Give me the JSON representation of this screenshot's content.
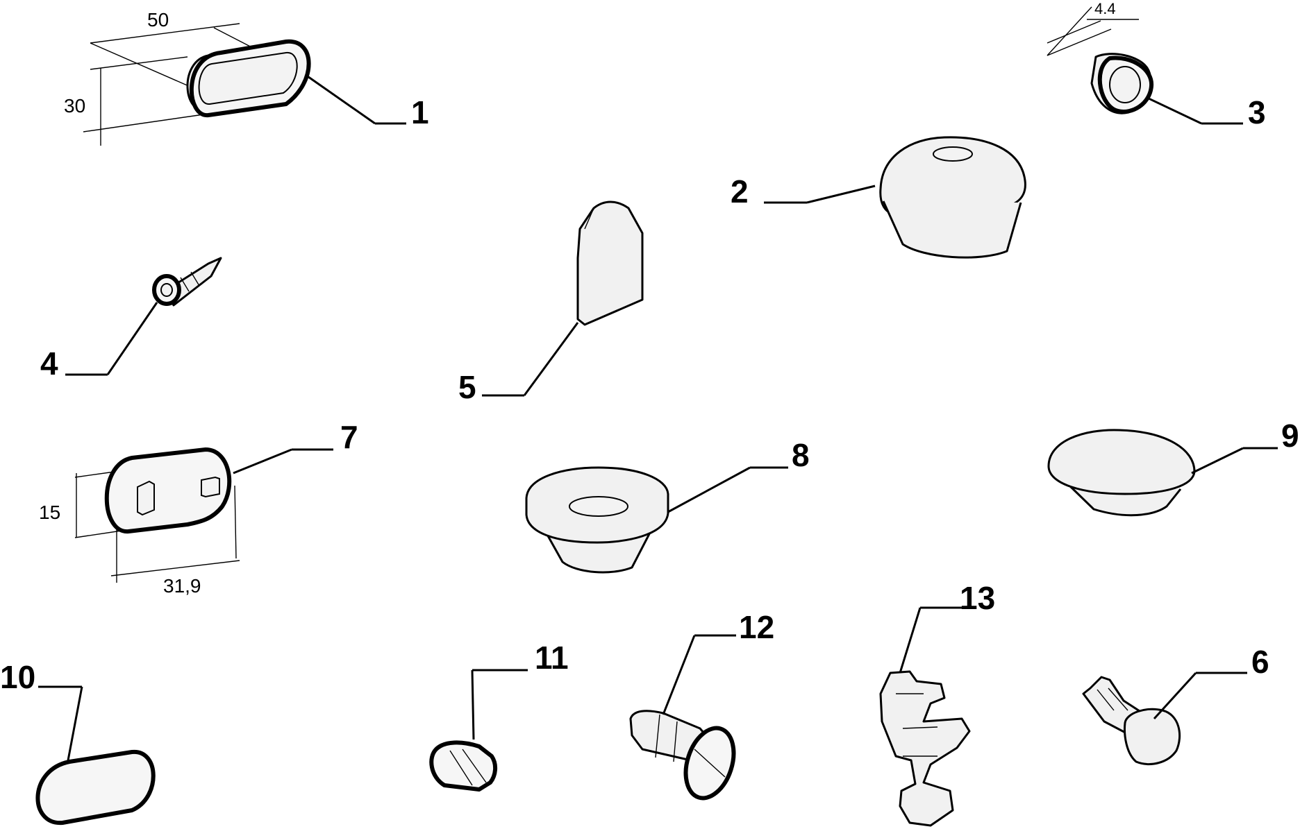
{
  "callouts": {
    "c1": "1",
    "c2": "2",
    "c3": "3",
    "c4": "4",
    "c5": "5",
    "c6": "6",
    "c7": "7",
    "c8": "8",
    "c9": "9",
    "c10": "10",
    "c11": "11",
    "c12": "12",
    "c13": "13"
  },
  "dimensions": {
    "d50": "50",
    "d30": "30",
    "d4_4": "4.4",
    "d15": "15",
    "d31_9": "31,9"
  }
}
